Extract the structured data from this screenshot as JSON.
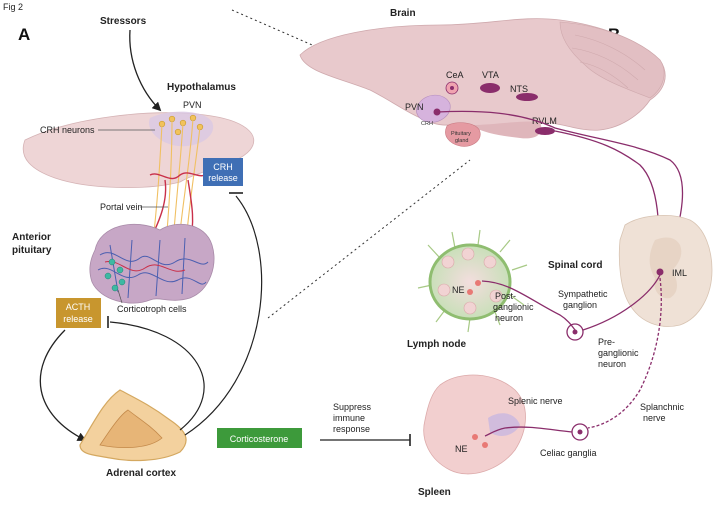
{
  "figure_label": "Fig 2",
  "panels": {
    "a": "A",
    "b": "B"
  },
  "panel_a": {
    "stressors": "Stressors",
    "hypothalamus": "Hypothalamus",
    "pvn": "PVN",
    "crh_neurons": "CRH neurons",
    "crh_release": [
      "CRH",
      "release"
    ],
    "portal_vein": "Portal vein",
    "anterior_pituitary": [
      "Anterior",
      "pituitary"
    ],
    "acth_release": [
      "ACTH",
      "release"
    ],
    "corticotroph_cells": "Corticotroph cells",
    "adrenal_cortex": "Adrenal cortex"
  },
  "panel_b": {
    "brain": "Brain",
    "cea": "CeA",
    "vta": "VTA",
    "nts": "NTS",
    "pvn": "PVN",
    "crh": "CRH",
    "pituitary_gland": [
      "Pituitary",
      "gland"
    ],
    "rvlm": "RVLM",
    "spinal_cord": "Spinal cord",
    "iml": "IML",
    "ne_lymph": "NE",
    "post_ganglionic": [
      "Post-",
      "ganglionic",
      "neuron"
    ],
    "sympathetic_ganglion": [
      "Sympathetic",
      "ganglion"
    ],
    "lymph_node": "Lymph node",
    "pre_ganglionic": [
      "Pre-",
      "ganglionic",
      "neuron"
    ],
    "splenic_nerve": "Splenic nerve",
    "splanchnic_nerve": [
      "Splanchnic",
      "nerve"
    ],
    "celiac_ganglia": "Celiac ganglia",
    "ne_spleen": "NE",
    "spleen": "Spleen"
  },
  "middle": {
    "corticosterone": "Corticosterone",
    "suppress": [
      "Suppress",
      "immune",
      "response"
    ]
  },
  "colors": {
    "crh_box": "#3f6fb5",
    "acth_box": "#c8962e",
    "cort_box": "#3d9a3b",
    "nerve": "#8a2d6b",
    "brain_fill": "#e8c9cc"
  }
}
